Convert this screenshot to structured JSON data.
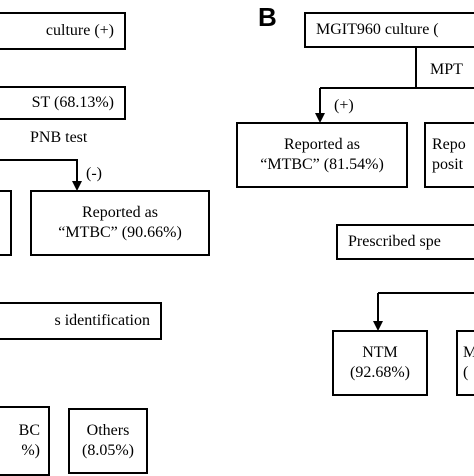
{
  "panel_a": {
    "box_culture": "culture (+)",
    "box_st": "ST (68.13%)",
    "pnb_label": "PNB test",
    "neg_label": "(-)",
    "box_mtbc_line1": "Reported as",
    "box_mtbc_line2": "“MTBC” (90.66%)",
    "box_species": "s identification",
    "box_bc": "BC",
    "box_bc2": "%)",
    "box_others_line1": "Others",
    "box_others_line2": "(8.05%)"
  },
  "panel_b": {
    "label": "B",
    "box_culture": "MGIT960 culture (",
    "mpt_label": "MPT",
    "pos_label": "(+)",
    "box_mtbc_line1": "Reported as",
    "box_mtbc_line2": "“MTBC” (81.54%)",
    "box_repo_line1": "Repo",
    "box_repo_line2": "posit",
    "box_prescribed": "Prescribed spe",
    "box_ntm_line1": "NTM",
    "box_ntm_line2": "(92.68%)",
    "box_m_line1": "M",
    "box_m_line2": "("
  }
}
